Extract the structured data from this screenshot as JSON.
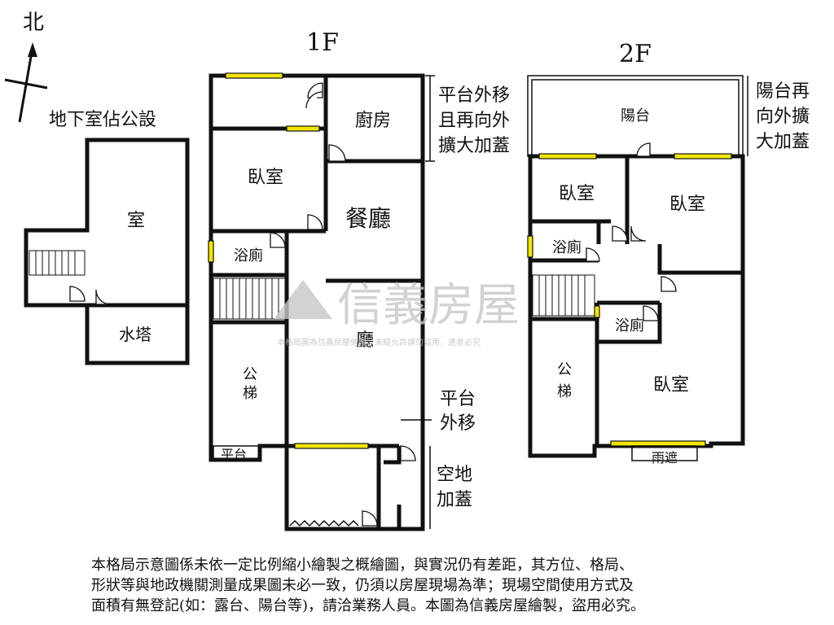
{
  "compass": {
    "north_label": "北"
  },
  "basement": {
    "note": "地下室佔公設",
    "room": "室",
    "water_tower": "水塔"
  },
  "floor1": {
    "title": "1F",
    "kitchen": "廚房",
    "bedroom": "臥室",
    "dining": "餐廳",
    "bathroom": "浴廁",
    "living": "廳",
    "stairs": [
      "公",
      "梯"
    ],
    "platform": "平台",
    "note_extension": [
      "平台外移",
      "且再向外",
      "擴大加蓋"
    ],
    "note_platform_move": [
      "平台",
      "外移"
    ],
    "note_open_land": [
      "空地",
      "加蓋"
    ]
  },
  "floor2": {
    "title": "2F",
    "balcony": "陽台",
    "bedroom_nw": "臥室",
    "bedroom_ne": "臥室",
    "bathroom_w": "浴廁",
    "bathroom_c": "浴廁",
    "stairs": [
      "公",
      "梯"
    ],
    "bedroom_se": "臥室",
    "canopy": "雨遮",
    "note_balcony": [
      "陽台再",
      "向外擴",
      "大加蓋"
    ]
  },
  "watermark": {
    "brand": "信義房屋",
    "notice": "本格局圖為信義房屋繪製，未經允許請勿盜用，違者必究"
  },
  "disclaimer": [
    "本格局示意圖係未依一定比例縮小繪製之概繪圖，與實況仍有差距，其方位、格局、",
    "形狀等與地政機關測量成果圖未必一致，仍須以房屋現場為準；現場空間使用方式及",
    "面積有無登記(如：露台、陽台等)，請洽業務人員。本圖為信義房屋繪製，盜用必究。"
  ],
  "colors": {
    "wall": "#111111",
    "window": "#f2e600",
    "watermark": "#c7c7c7"
  }
}
